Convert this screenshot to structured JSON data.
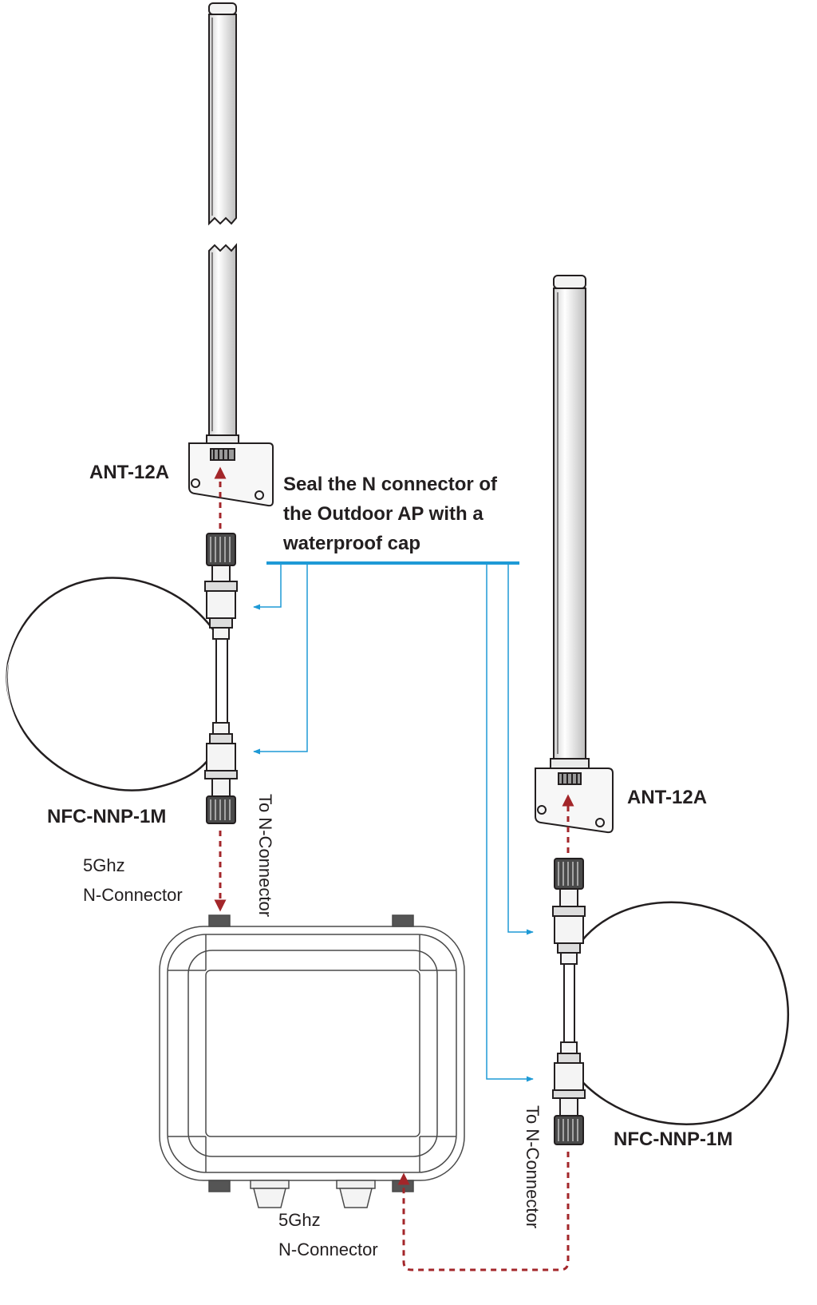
{
  "labels": {
    "antenna_left": "ANT-12A",
    "antenna_right": "ANT-12A",
    "cable_left": "NFC-NNP-1M",
    "cable_right": "NFC-NNP-1M",
    "connector_left_line1": "5Ghz",
    "connector_left_line2": "N-Connector",
    "connector_bottom_line1": "5Ghz",
    "connector_bottom_line2": "N-Connector",
    "to_connector_left": "To N-Connector",
    "to_connector_right": "To N-Connector"
  },
  "note": {
    "line1": "Seal the N connector of",
    "line2": "the Outdoor AP with a",
    "line3": "waterproof cap"
  },
  "colors": {
    "outline": "#231f20",
    "callout": "#1e9ad6",
    "arrow": "#a3262a"
  }
}
